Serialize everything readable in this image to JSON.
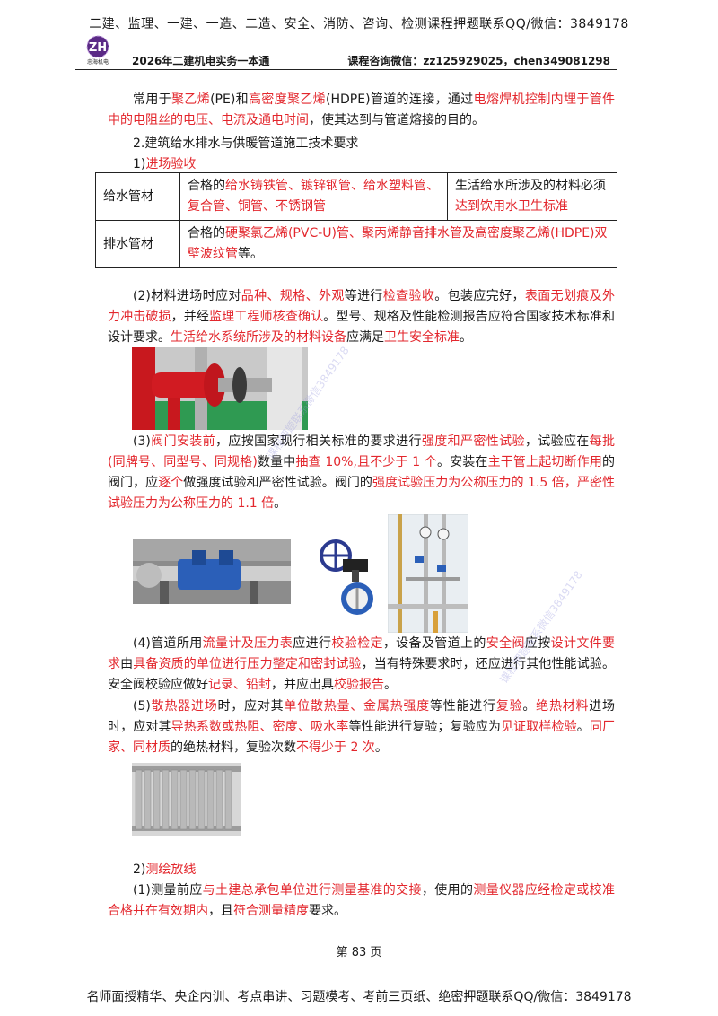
{
  "header": {
    "banner": "二建、监理、一建、一造、二造、安全、消防、咨询、检测课程押题联系QQ/微信：3849178",
    "logo_text": "忠海机电",
    "title": "2026年二建机电实务一本通",
    "contact": "课程咨询微信：zz125929025，chen349081298"
  },
  "intro": [
    {
      "t": "常用于",
      "r": false
    },
    {
      "t": "聚乙烯",
      "r": true
    },
    {
      "t": "(PE)和",
      "r": false
    },
    {
      "t": "高密度聚乙烯",
      "r": true
    },
    {
      "t": "(HDPE)管道的连接，通过",
      "r": false
    },
    {
      "t": "电熔焊机控制内埋于管件中的电阻丝的电压、电流及通电时间",
      "r": true
    },
    {
      "t": "，使其达到与管道熔接的目的。",
      "r": false
    }
  ],
  "section2": "2.建筑给水排水与供暖管道施工技术要求",
  "sub1": {
    "prefix": "1)",
    "label": "进场验收"
  },
  "table": {
    "rows": [
      {
        "name": "给水管材",
        "content": [
          {
            "t": "合格的",
            "r": false
          },
          {
            "t": "给水铸铁管、镀锌钢管、给水塑料管、复合管、铜管、不锈钢管",
            "r": true
          }
        ],
        "note": [
          {
            "t": "生活给水所涉及的材料必须",
            "r": false
          },
          {
            "t": "达到饮用水卫生标准",
            "r": true
          }
        ]
      },
      {
        "name": "排水管材",
        "content": [
          {
            "t": "合格的",
            "r": false
          },
          {
            "t": "硬聚氯乙烯(PVC-U)管、聚丙烯静音排水管及高密度聚乙烯(HDPE)双壁波纹管",
            "r": true
          },
          {
            "t": "等。",
            "r": false
          }
        ]
      }
    ]
  },
  "p2": [
    {
      "t": "(2)材料进场时应对",
      "r": false
    },
    {
      "t": "品种、规格、外观",
      "r": true
    },
    {
      "t": "等进行",
      "r": false
    },
    {
      "t": "检查验收",
      "r": true
    },
    {
      "t": "。包装应完好，",
      "r": false
    },
    {
      "t": "表面无划痕及外力冲击破损",
      "r": true
    },
    {
      "t": "，并经",
      "r": false
    },
    {
      "t": "监理工程师核查确认",
      "r": true
    },
    {
      "t": "。型号、规格及性能检测报告应符合国家技术标准和设计要求。",
      "r": false
    },
    {
      "t": "生活给水系统所涉及的材料设备",
      "r": true
    },
    {
      "t": "应满足",
      "r": false
    },
    {
      "t": "卫生安全标准",
      "r": true
    },
    {
      "t": "。",
      "r": false
    }
  ],
  "p3": [
    {
      "t": "(3)",
      "r": false
    },
    {
      "t": "阀门安装前",
      "r": true
    },
    {
      "t": "，应按国家现行相关标准的要求进行",
      "r": false
    },
    {
      "t": "强度和严密性试验",
      "r": true
    },
    {
      "t": "，试验应在",
      "r": false
    },
    {
      "t": "每批(同牌号、同型号、同规格)",
      "r": true
    },
    {
      "t": "数量中",
      "r": false
    },
    {
      "t": "抽查 10%,且不少于 1 个",
      "r": true
    },
    {
      "t": "。安装在",
      "r": false
    },
    {
      "t": "主干管上起切断作用",
      "r": true
    },
    {
      "t": "的阀门，应",
      "r": false
    },
    {
      "t": "逐个",
      "r": true
    },
    {
      "t": "做强度试验和严密性试验。阀门的",
      "r": false
    },
    {
      "t": "强度试验压力为公称压力的 1.5 倍，严密性试验压力为公称压力的 1.1 倍",
      "r": true
    },
    {
      "t": "。",
      "r": false
    }
  ],
  "p4": [
    {
      "t": "(4)管道所用",
      "r": false
    },
    {
      "t": "流量计及压力表",
      "r": true
    },
    {
      "t": "应进行",
      "r": false
    },
    {
      "t": "校验检定",
      "r": true
    },
    {
      "t": "，设备及管道上的",
      "r": false
    },
    {
      "t": "安全阀",
      "r": true
    },
    {
      "t": "应按",
      "r": false
    },
    {
      "t": "设计文件要求",
      "r": true
    },
    {
      "t": "由",
      "r": false
    },
    {
      "t": "具备资质的单位进行压力整定和密封试验",
      "r": true
    },
    {
      "t": "，当有特殊要求时，还应进行其他性能试验。安全阀校验应做好",
      "r": false
    },
    {
      "t": "记录、铅封",
      "r": true
    },
    {
      "t": "，并应出具",
      "r": false
    },
    {
      "t": "校验报告",
      "r": true
    },
    {
      "t": "。",
      "r": false
    }
  ],
  "p5": [
    {
      "t": "(5)",
      "r": false
    },
    {
      "t": "散热器进场",
      "r": true
    },
    {
      "t": "时，应对其",
      "r": false
    },
    {
      "t": "单位散热量、金属热强度",
      "r": true
    },
    {
      "t": "等性能进行",
      "r": false
    },
    {
      "t": "复验",
      "r": true
    },
    {
      "t": "。",
      "r": false
    },
    {
      "t": "绝热材料",
      "r": true
    },
    {
      "t": "进场时，应对其",
      "r": false
    },
    {
      "t": "导热系数或热阻、密度、吸水率",
      "r": true
    },
    {
      "t": "等性能进行复验；复验应为",
      "r": false
    },
    {
      "t": "见证取样检验",
      "r": true
    },
    {
      "t": "。",
      "r": false
    },
    {
      "t": "同厂家、同材质",
      "r": true
    },
    {
      "t": "的绝热材料，复验次数",
      "r": false
    },
    {
      "t": "不得少于 2 次",
      "r": true
    },
    {
      "t": "。",
      "r": false
    }
  ],
  "sub2": {
    "prefix": "2)",
    "label": "测绘放线"
  },
  "p6": [
    {
      "t": "(1)测量前应",
      "r": false
    },
    {
      "t": "与土建总承包单位进行测量基准的交接",
      "r": true
    },
    {
      "t": "，使用的",
      "r": false
    },
    {
      "t": "测量仪器应经检定或校准合格并在有效期内",
      "r": true
    },
    {
      "t": "，且",
      "r": false
    },
    {
      "t": "符合测量精度",
      "r": true
    },
    {
      "t": "要求。",
      "r": false
    }
  ],
  "watermark": "课程押题联系微信3849178",
  "page_no": "第 83 页",
  "footer": "名师面授精华、央企内训、考点串讲、习题模考、考前三页纸、绝密押题联系QQ/微信：3849178",
  "colors": {
    "accent_red": "#e3272d",
    "logo_purple": "#5b2a86"
  }
}
